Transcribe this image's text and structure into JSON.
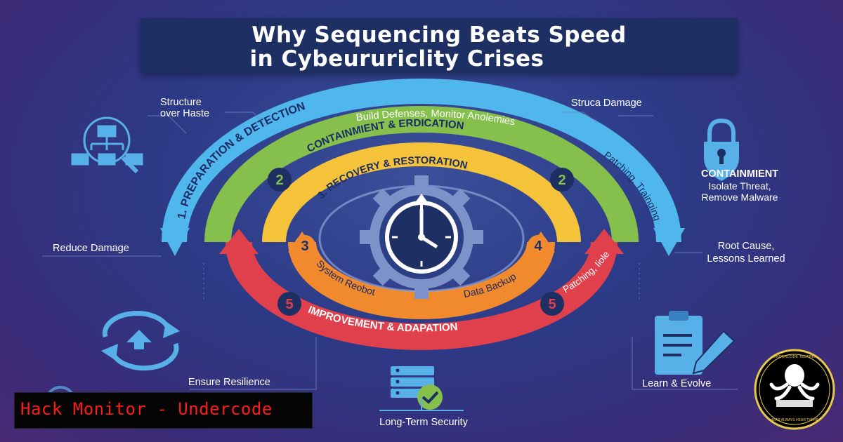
{
  "title": {
    "line1": "Why Sequencing Beats Speed",
    "line2": "in Cybeururiclity Crises"
  },
  "rings": {
    "outer": "1. PREPARATION & DETECTION",
    "outer_right": "Patching, Trainging",
    "green": "CONTAINMIENT & ERDICATION",
    "yellow": "3. RECOVERY & RESTORATION",
    "orange_left": "System Reobot",
    "orange_right": "Data Backup",
    "red": "IMPROVEMENT & ADAPATION",
    "red_right": "Patching, Iiole",
    "arc_top": "Build Defenses, Monitor Anolemies"
  },
  "badges": {
    "left_green": "2",
    "right_green": "2",
    "left_orange": "3",
    "right_orange": "4",
    "left_red": "5",
    "right_red": "5"
  },
  "callouts": {
    "structure": "Structure",
    "over_haste": "over Haste",
    "reduce_damage": "Reduce Damage",
    "struca_damage": "Struca Damage",
    "containment_title": "CONTAINMIENT",
    "containment_line1": "Isolate Threat,",
    "containment_line2": "Remove Malware",
    "root_cause": "Root Cause,",
    "lessons_learned": "Lessons Learned",
    "ensure_resilience": "Ensure Resilience",
    "long_term": "Long-Term Security",
    "learn_evolve": "Learn & Evolve"
  },
  "brand": {
    "label": "Hack Monitor - Undercode",
    "logo_text_top": "UNDERCODE TESTING",
    "logo_text_bottom": "HEAR ALWAYS HEAR THERE"
  },
  "colors": {
    "outer_ring": "#4fb7ec",
    "green_ring": "#86c04c",
    "yellow_ring": "#f5c33a",
    "orange_ring": "#f08a2c",
    "red_ring": "#e0404c",
    "icon_blue": "#57b0e8",
    "brand_red": "#ff1a1a"
  }
}
